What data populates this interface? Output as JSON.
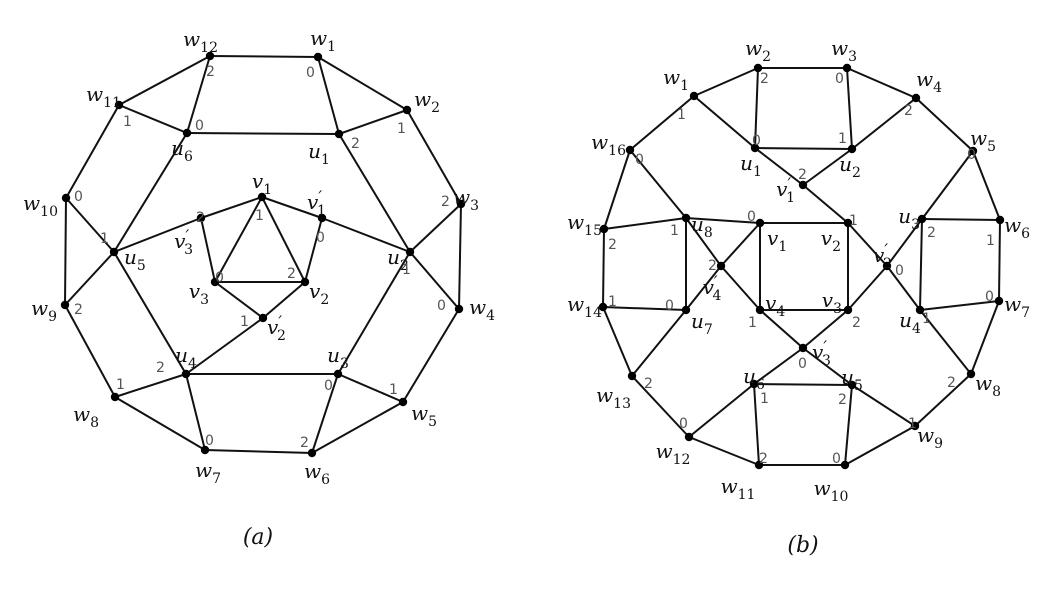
{
  "panels": [
    {
      "id": "a",
      "caption": "(a)",
      "vertices": [
        {
          "id": "w1",
          "letter": "w",
          "sub": "1",
          "prime": "",
          "color": "0"
        },
        {
          "id": "w2",
          "letter": "w",
          "sub": "2",
          "prime": "",
          "color": "1"
        },
        {
          "id": "w3",
          "letter": "w",
          "sub": "3",
          "prime": "",
          "color": "2"
        },
        {
          "id": "w4",
          "letter": "w",
          "sub": "4",
          "prime": "",
          "color": "0"
        },
        {
          "id": "w5",
          "letter": "w",
          "sub": "5",
          "prime": "",
          "color": "1"
        },
        {
          "id": "w6",
          "letter": "w",
          "sub": "6",
          "prime": "",
          "color": "2"
        },
        {
          "id": "w7",
          "letter": "w",
          "sub": "7",
          "prime": "",
          "color": "0"
        },
        {
          "id": "w8",
          "letter": "w",
          "sub": "8",
          "prime": "",
          "color": "1"
        },
        {
          "id": "w9",
          "letter": "w",
          "sub": "9",
          "prime": "",
          "color": "2"
        },
        {
          "id": "w10",
          "letter": "w",
          "sub": "10",
          "prime": "",
          "color": "0"
        },
        {
          "id": "w11",
          "letter": "w",
          "sub": "11",
          "prime": "",
          "color": "1"
        },
        {
          "id": "w12",
          "letter": "w",
          "sub": "12",
          "prime": "",
          "color": "2"
        },
        {
          "id": "u1",
          "letter": "u",
          "sub": "1",
          "prime": "",
          "color": "2"
        },
        {
          "id": "u2",
          "letter": "u",
          "sub": "2",
          "prime": "",
          "color": "1"
        },
        {
          "id": "u3",
          "letter": "u",
          "sub": "3",
          "prime": "",
          "color": "0"
        },
        {
          "id": "u4",
          "letter": "u",
          "sub": "4",
          "prime": "",
          "color": "2"
        },
        {
          "id": "u5",
          "letter": "u",
          "sub": "5",
          "prime": "",
          "color": "1"
        },
        {
          "id": "u6",
          "letter": "u",
          "sub": "6",
          "prime": "",
          "color": "0"
        },
        {
          "id": "v1",
          "letter": "v",
          "sub": "1",
          "prime": "",
          "color": "1"
        },
        {
          "id": "v2",
          "letter": "v",
          "sub": "2",
          "prime": "",
          "color": "2"
        },
        {
          "id": "v3",
          "letter": "v",
          "sub": "3",
          "prime": "",
          "color": "0"
        },
        {
          "id": "v1p",
          "letter": "v",
          "sub": "1",
          "prime": "′",
          "color": "0"
        },
        {
          "id": "v2p",
          "letter": "v",
          "sub": "2",
          "prime": "′",
          "color": "1"
        },
        {
          "id": "v3p",
          "letter": "v",
          "sub": "3",
          "prime": "′",
          "color": "2"
        }
      ],
      "edges": [
        [
          "w1",
          "w2"
        ],
        [
          "w2",
          "w3"
        ],
        [
          "w3",
          "w4"
        ],
        [
          "w4",
          "w5"
        ],
        [
          "w5",
          "w6"
        ],
        [
          "w6",
          "w7"
        ],
        [
          "w7",
          "w8"
        ],
        [
          "w8",
          "w9"
        ],
        [
          "w9",
          "w10"
        ],
        [
          "w10",
          "w11"
        ],
        [
          "w11",
          "w12"
        ],
        [
          "w12",
          "w1"
        ],
        [
          "w1",
          "u1"
        ],
        [
          "w2",
          "u1"
        ],
        [
          "w3",
          "u2"
        ],
        [
          "w4",
          "u2"
        ],
        [
          "w5",
          "u3"
        ],
        [
          "w6",
          "u3"
        ],
        [
          "w7",
          "u4"
        ],
        [
          "w8",
          "u4"
        ],
        [
          "w9",
          "u5"
        ],
        [
          "w10",
          "u5"
        ],
        [
          "w11",
          "u6"
        ],
        [
          "w12",
          "u6"
        ],
        [
          "u1",
          "u6"
        ],
        [
          "u1",
          "u2"
        ],
        [
          "u3",
          "u4"
        ],
        [
          "u4",
          "u5"
        ],
        [
          "u5",
          "u6"
        ],
        [
          "u2",
          "u3"
        ],
        [
          "v1",
          "v2"
        ],
        [
          "v2",
          "v3"
        ],
        [
          "v3",
          "v1"
        ],
        [
          "v1",
          "v1p"
        ],
        [
          "v1",
          "v3p"
        ],
        [
          "v3",
          "v3p"
        ],
        [
          "v3",
          "v2p"
        ],
        [
          "v2",
          "v2p"
        ],
        [
          "v2",
          "v1p"
        ],
        [
          "v1p",
          "u2"
        ],
        [
          "v2p",
          "u4"
        ],
        [
          "v3p",
          "u5"
        ]
      ]
    },
    {
      "id": "b",
      "caption": "(b)",
      "vertices": [
        {
          "id": "w1",
          "letter": "w",
          "sub": "1",
          "prime": "",
          "color": "1"
        },
        {
          "id": "w2",
          "letter": "w",
          "sub": "2",
          "prime": "",
          "color": "2"
        },
        {
          "id": "w3",
          "letter": "w",
          "sub": "3",
          "prime": "",
          "color": "0"
        },
        {
          "id": "w4",
          "letter": "w",
          "sub": "4",
          "prime": "",
          "color": "2"
        },
        {
          "id": "w5",
          "letter": "w",
          "sub": "5",
          "prime": "",
          "color": "0"
        },
        {
          "id": "w6",
          "letter": "w",
          "sub": "6",
          "prime": "",
          "color": "1"
        },
        {
          "id": "w7",
          "letter": "w",
          "sub": "7",
          "prime": "",
          "color": "0"
        },
        {
          "id": "w8",
          "letter": "w",
          "sub": "8",
          "prime": "",
          "color": "2"
        },
        {
          "id": "w9",
          "letter": "w",
          "sub": "9",
          "prime": "",
          "color": "1"
        },
        {
          "id": "w10",
          "letter": "w",
          "sub": "10",
          "prime": "",
          "color": "0"
        },
        {
          "id": "w11",
          "letter": "w",
          "sub": "11",
          "prime": "",
          "color": "2"
        },
        {
          "id": "w12",
          "letter": "w",
          "sub": "12",
          "prime": "",
          "color": "0"
        },
        {
          "id": "w13",
          "letter": "w",
          "sub": "13",
          "prime": "",
          "color": "2"
        },
        {
          "id": "w14",
          "letter": "w",
          "sub": "14",
          "prime": "",
          "color": "1"
        },
        {
          "id": "w15",
          "letter": "w",
          "sub": "15",
          "prime": "",
          "color": "2"
        },
        {
          "id": "w16",
          "letter": "w",
          "sub": "16",
          "prime": "",
          "color": "0"
        },
        {
          "id": "u1",
          "letter": "u",
          "sub": "1",
          "prime": "",
          "color": "0"
        },
        {
          "id": "u2",
          "letter": "u",
          "sub": "2",
          "prime": "",
          "color": "1"
        },
        {
          "id": "u3",
          "letter": "u",
          "sub": "3",
          "prime": "",
          "color": "2"
        },
        {
          "id": "u4",
          "letter": "u",
          "sub": "4",
          "prime": "",
          "color": "1"
        },
        {
          "id": "u5",
          "letter": "u",
          "sub": "5",
          "prime": "",
          "color": "2"
        },
        {
          "id": "u6",
          "letter": "u",
          "sub": "6",
          "prime": "",
          "color": "1"
        },
        {
          "id": "u7",
          "letter": "u",
          "sub": "7",
          "prime": "",
          "color": "0"
        },
        {
          "id": "u8",
          "letter": "u",
          "sub": "8",
          "prime": "",
          "color": "1"
        },
        {
          "id": "v1",
          "letter": "v",
          "sub": "1",
          "prime": "",
          "color": "0"
        },
        {
          "id": "v2",
          "letter": "v",
          "sub": "2",
          "prime": "",
          "color": "1"
        },
        {
          "id": "v3",
          "letter": "v",
          "sub": "3",
          "prime": "",
          "color": "2"
        },
        {
          "id": "v4",
          "letter": "v",
          "sub": "4",
          "prime": "",
          "color": "1"
        },
        {
          "id": "v1p",
          "letter": "v",
          "sub": "1",
          "prime": "′",
          "color": "2"
        },
        {
          "id": "v2p",
          "letter": "v",
          "sub": "2",
          "prime": "′",
          "color": "0"
        },
        {
          "id": "v3p",
          "letter": "v",
          "sub": "3",
          "prime": "′",
          "color": "0"
        },
        {
          "id": "v4p",
          "letter": "v",
          "sub": "4",
          "prime": "′",
          "color": "2"
        }
      ],
      "edges": [
        [
          "w1",
          "w2"
        ],
        [
          "w2",
          "w3"
        ],
        [
          "w3",
          "w4"
        ],
        [
          "w4",
          "w5"
        ],
        [
          "w5",
          "w6"
        ],
        [
          "w6",
          "w7"
        ],
        [
          "w7",
          "w8"
        ],
        [
          "w8",
          "w9"
        ],
        [
          "w9",
          "w10"
        ],
        [
          "w10",
          "w11"
        ],
        [
          "w11",
          "w12"
        ],
        [
          "w12",
          "w13"
        ],
        [
          "w13",
          "w14"
        ],
        [
          "w14",
          "w15"
        ],
        [
          "w15",
          "w16"
        ],
        [
          "w16",
          "w1"
        ],
        [
          "w1",
          "u1"
        ],
        [
          "w2",
          "u1"
        ],
        [
          "w3",
          "u2"
        ],
        [
          "w4",
          "u2"
        ],
        [
          "w5",
          "u3"
        ],
        [
          "w6",
          "u3"
        ],
        [
          "w7",
          "u4"
        ],
        [
          "w8",
          "u4"
        ],
        [
          "w9",
          "u5"
        ],
        [
          "w10",
          "u5"
        ],
        [
          "w11",
          "u6"
        ],
        [
          "w12",
          "u6"
        ],
        [
          "w13",
          "u7"
        ],
        [
          "w14",
          "u7"
        ],
        [
          "w15",
          "u8"
        ],
        [
          "w16",
          "u8"
        ],
        [
          "u1",
          "u2"
        ],
        [
          "u3",
          "u4"
        ],
        [
          "u5",
          "u6"
        ],
        [
          "u7",
          "u8"
        ],
        [
          "u1",
          "v1p"
        ],
        [
          "u2",
          "v1p"
        ],
        [
          "u3",
          "v2p"
        ],
        [
          "u4",
          "v2p"
        ],
        [
          "u5",
          "v3p"
        ],
        [
          "u6",
          "v3p"
        ],
        [
          "u7",
          "v4p"
        ],
        [
          "u8",
          "v4p"
        ],
        [
          "v1",
          "v2"
        ],
        [
          "v2",
          "v3"
        ],
        [
          "v3",
          "v4"
        ],
        [
          "v4",
          "v1"
        ],
        [
          "v1",
          "v4p"
        ],
        [
          "v4",
          "v4p"
        ],
        [
          "v2",
          "v1p"
        ],
        [
          "v3",
          "v2p"
        ],
        [
          "v4",
          "v3p"
        ],
        [
          "v1",
          "u8"
        ],
        [
          "v2",
          "v2p"
        ],
        [
          "v3",
          "v3p"
        ]
      ]
    }
  ]
}
